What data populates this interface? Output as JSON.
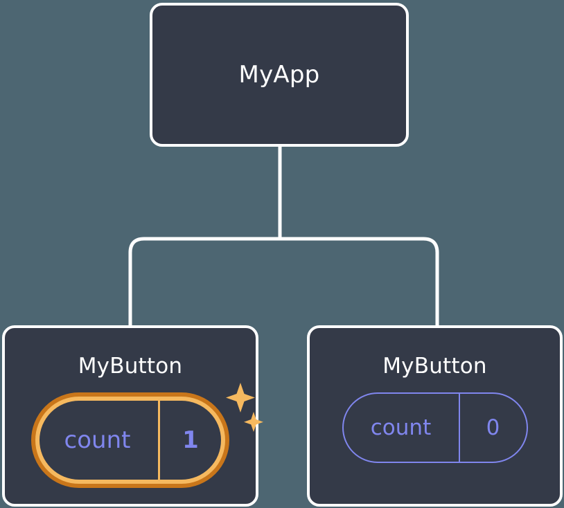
{
  "diagram": {
    "type": "component-tree",
    "background_color": "#4d6672",
    "card_fill_color": "#343a48",
    "card_border_color": "#ffffff",
    "connector_color": "#ffffff",
    "accent_state_color": "#8086ee",
    "highlight_outer_color": "#c9761a",
    "highlight_inner_color": "#f6b95f"
  },
  "root": {
    "title": "MyApp"
  },
  "children": [
    {
      "title": "MyButton",
      "state": {
        "key": "count",
        "value": "1",
        "highlighted": true
      },
      "sparkle_icons": [
        "sparkle-large-icon",
        "sparkle-small-icon"
      ]
    },
    {
      "title": "MyButton",
      "state": {
        "key": "count",
        "value": "0",
        "highlighted": false
      }
    }
  ]
}
